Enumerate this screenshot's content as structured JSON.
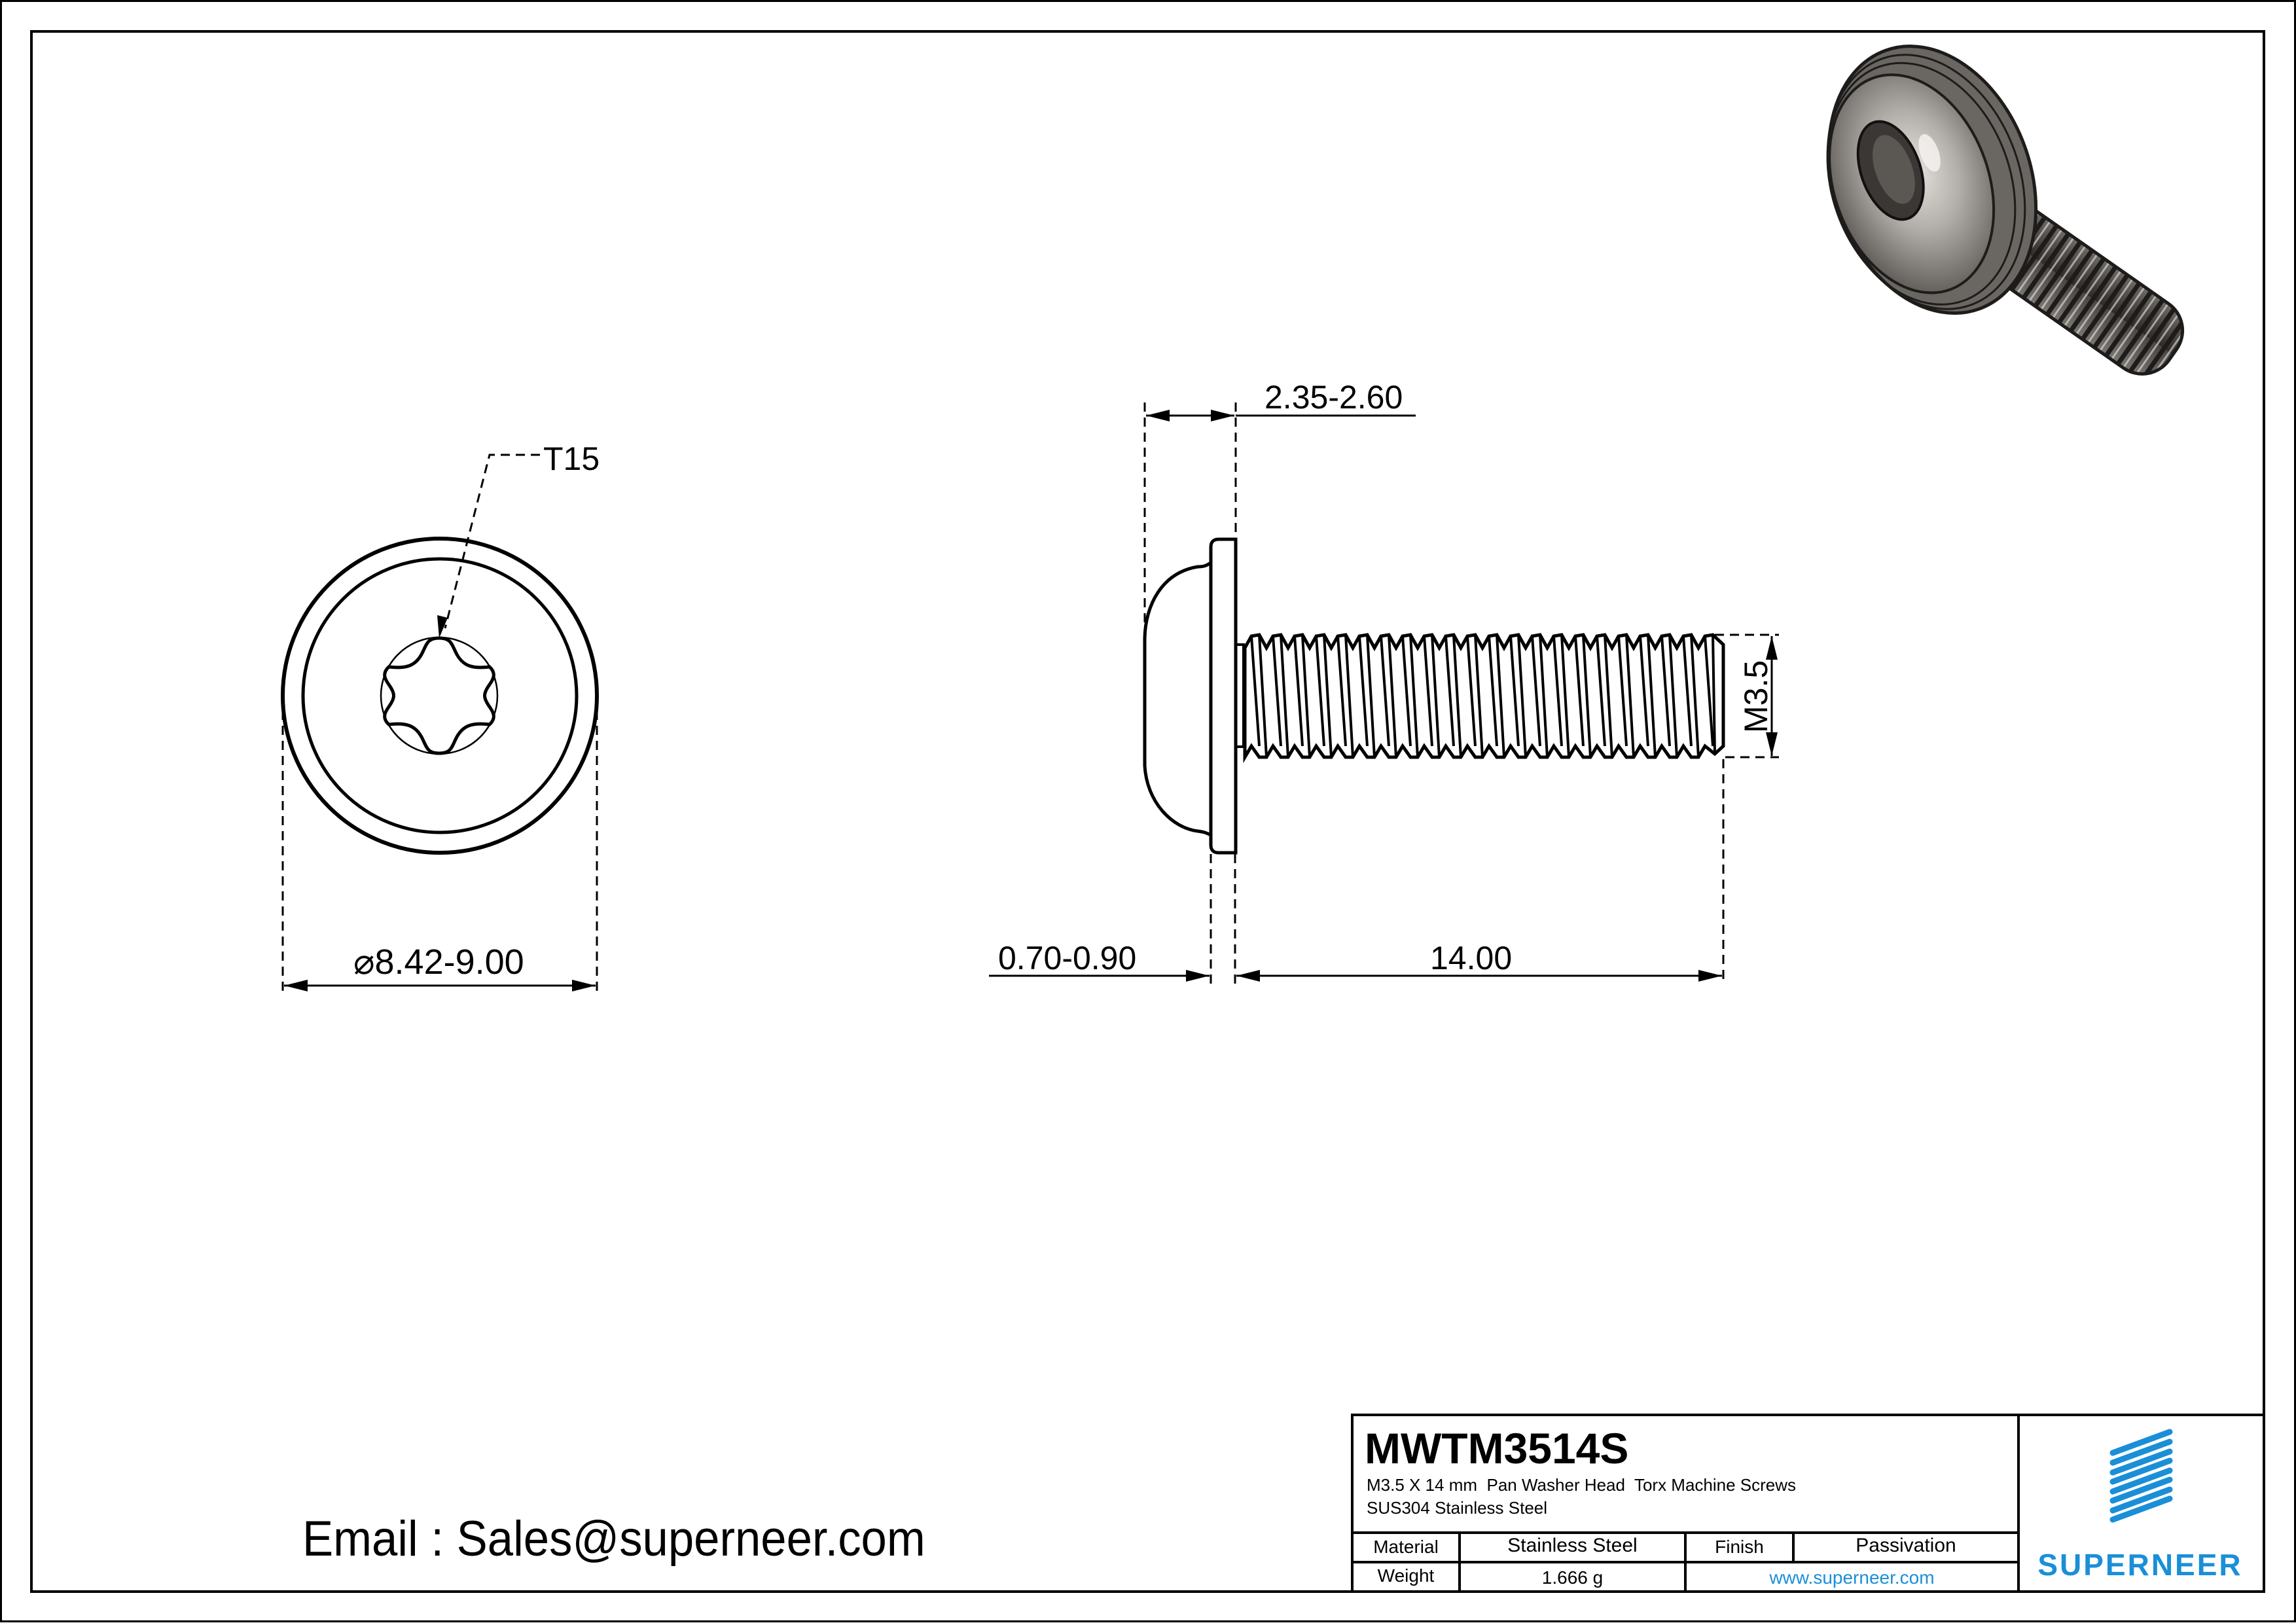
{
  "drawing": {
    "email_label": "Email : Sales@superneer.com",
    "front_view": {
      "drive_label": "T15",
      "diameter_symbol": "⌀",
      "diameter_value": "8.42-9.00"
    },
    "side_view": {
      "head_height": "2.35-2.60",
      "washer_thickness": "0.70-0.90",
      "length": "14.00",
      "thread_size": "M3.5"
    },
    "render_3d": {
      "alt": "3D render of pan washer head torx screw"
    }
  },
  "title_block": {
    "part_number": "MWTM3514S",
    "description_line1": "M3.5 X 14 mm  Pan Washer Head  Torx Machine Screws",
    "description_line2": "SUS304 Stainless Steel",
    "material_label": "Material",
    "material_value": "Stainless Steel",
    "finish_label": "Finish",
    "finish_value": "Passivation",
    "weight_label": "Weight",
    "weight_value": "1.666 g",
    "website": "www.superneer.com",
    "logo_text": "SUPERNEER"
  },
  "colors": {
    "brand_blue": "#1a8fd8",
    "line": "#000000",
    "steel_light": "#d9d6d2",
    "steel_dark": "#3a3735"
  }
}
